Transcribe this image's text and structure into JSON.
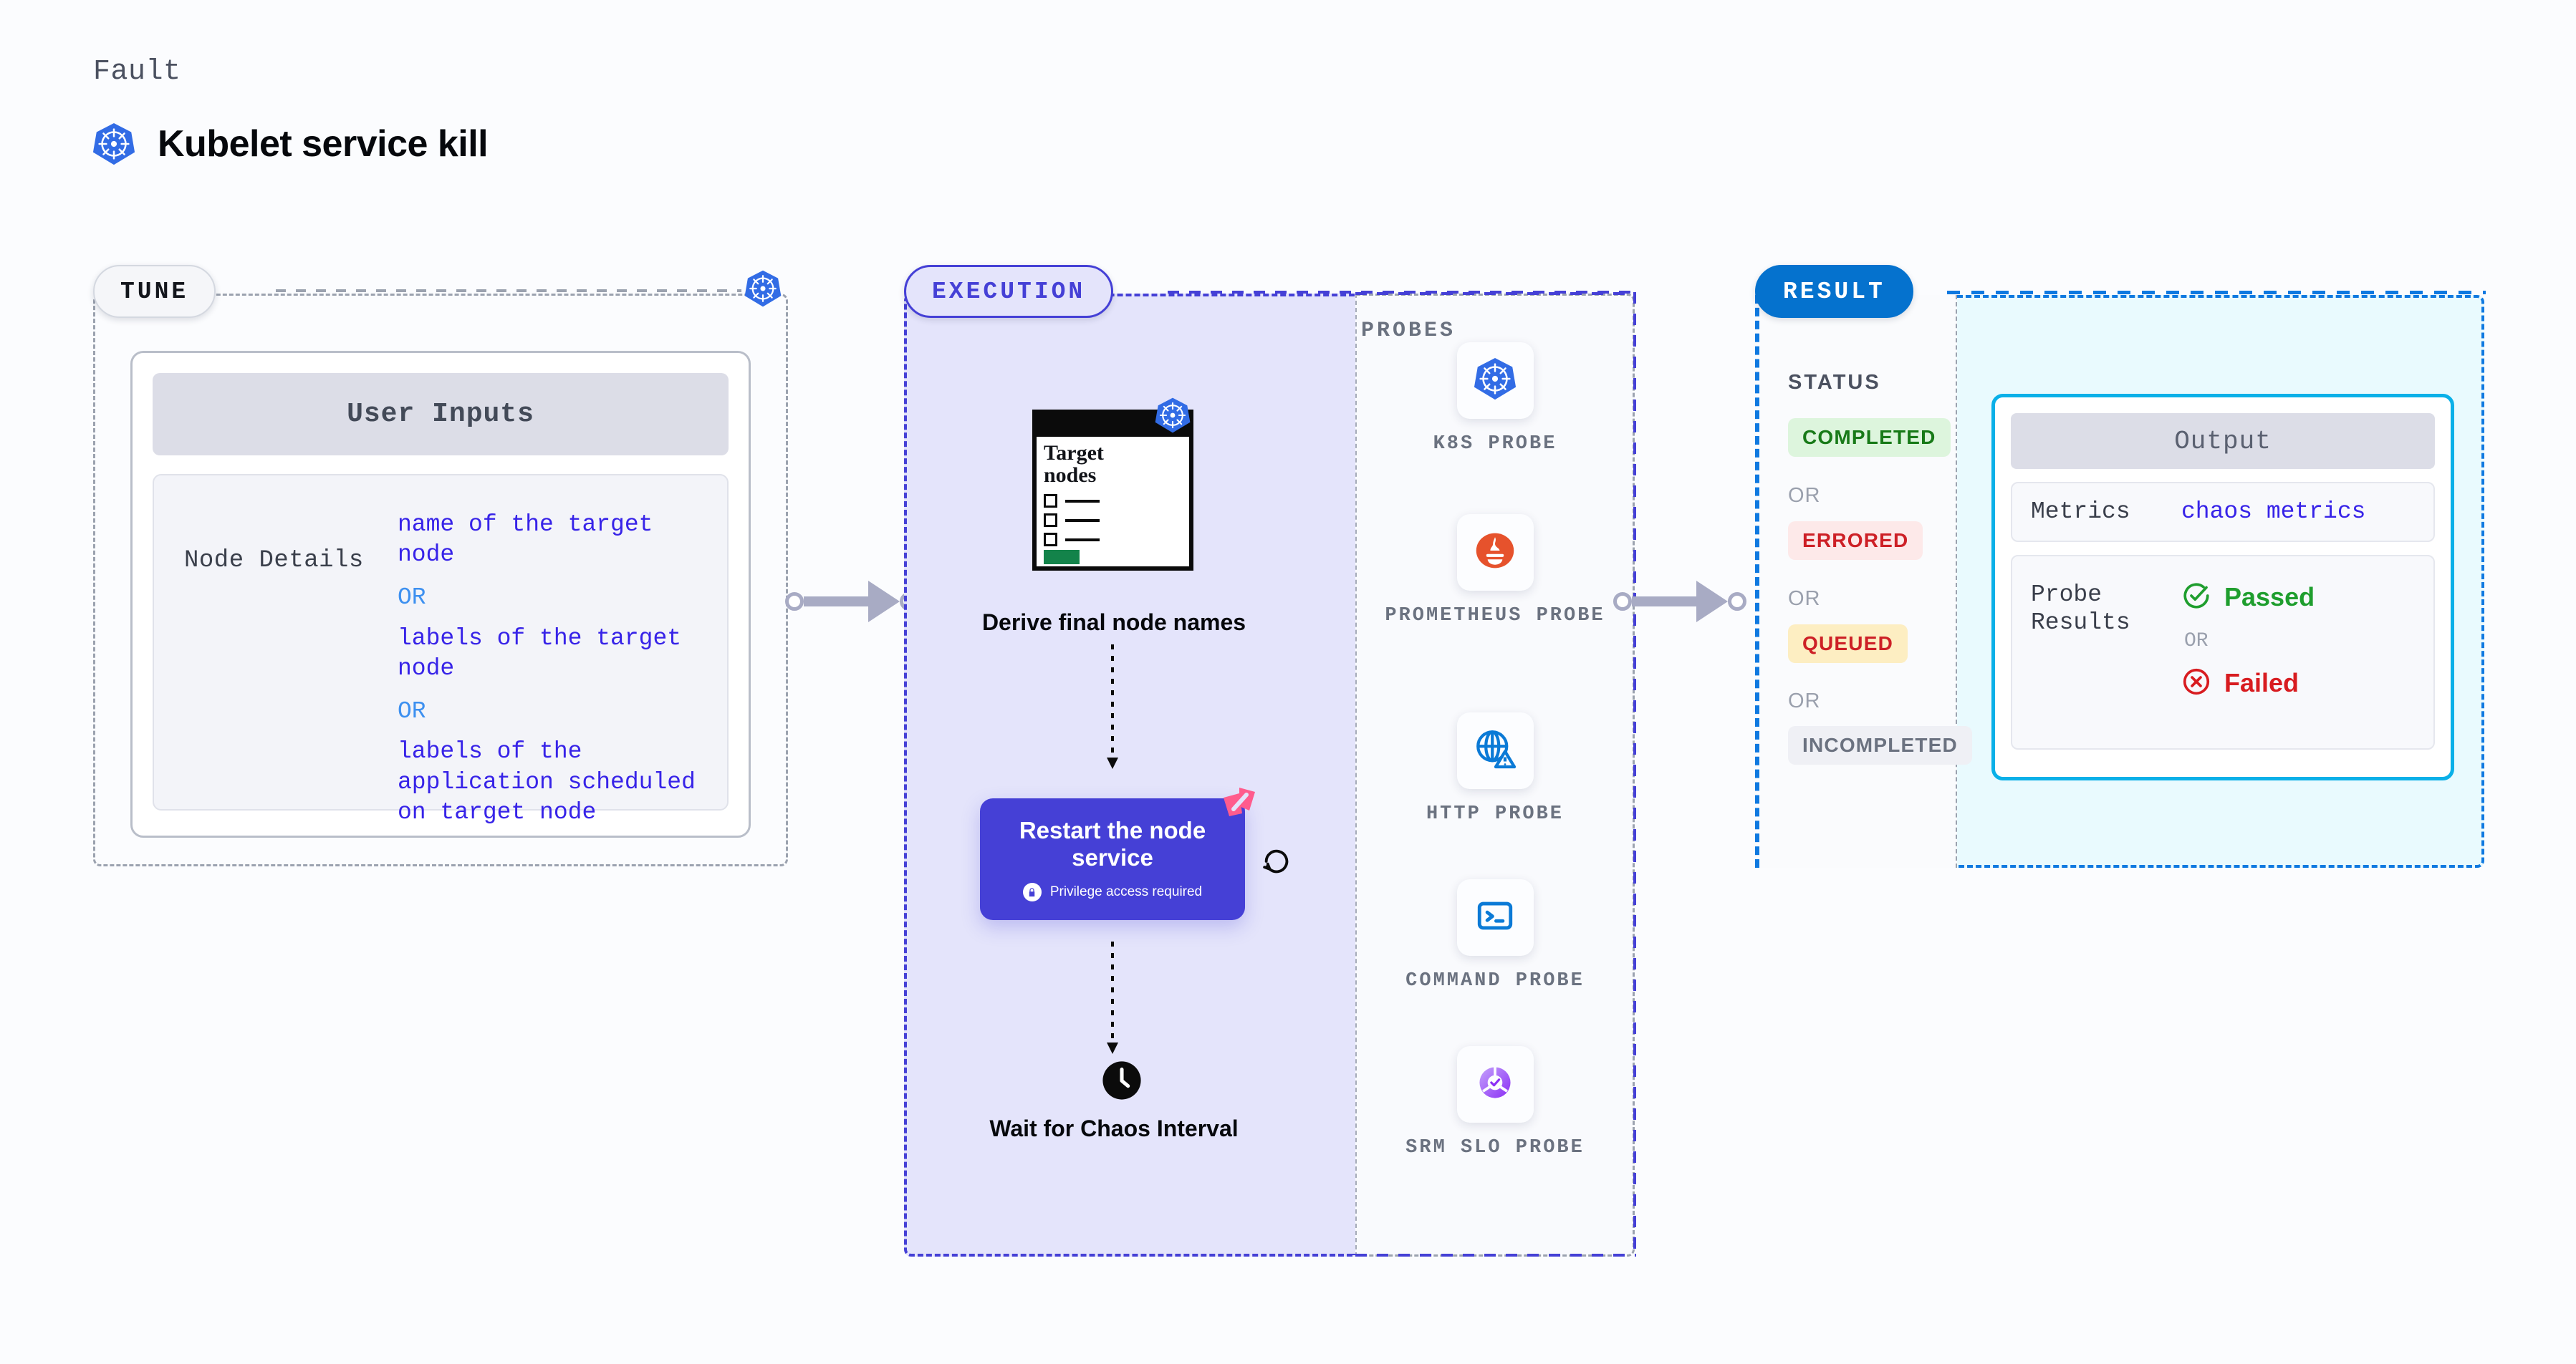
{
  "header": {
    "eyebrow": "Fault",
    "title": "Kubelet service kill",
    "icon": "kubernetes-icon"
  },
  "tune": {
    "pill_label": "TUNE",
    "badge_icon": "kubernetes-icon",
    "card": {
      "heading": "User Inputs",
      "rows": [
        {
          "key": "Node Details",
          "values": [
            "name of the target node",
            "labels of the target node",
            "labels of the application scheduled on target node"
          ],
          "separator": "OR"
        }
      ]
    }
  },
  "execution": {
    "pill_label": "EXECUTION",
    "steps": [
      {
        "type": "document-card",
        "doc_title": "Target nodes",
        "doc_icon": "kubernetes-icon",
        "caption": "Derive final node names"
      },
      {
        "type": "action-card",
        "title": "Restart the node service",
        "badge_text": "Privilege access required",
        "badge_icon": "lock-icon",
        "corner_icon": "harness-logo-icon",
        "side_icon": "loop-refresh-icon",
        "color": "#4540d6"
      },
      {
        "type": "wait-card",
        "icon": "clock-icon",
        "caption": "Wait for Chaos Interval"
      }
    ]
  },
  "probes": {
    "label": "PROBES",
    "items": [
      {
        "name": "K8S PROBE",
        "icon": "kubernetes-icon"
      },
      {
        "name": "PROMETHEUS PROBE",
        "icon": "prometheus-icon"
      },
      {
        "name": "HTTP PROBE",
        "icon": "globe-warning-icon"
      },
      {
        "name": "COMMAND PROBE",
        "icon": "terminal-icon"
      },
      {
        "name": "SRM SLO PROBE",
        "icon": "slo-donut-icon"
      }
    ]
  },
  "result": {
    "pill_label": "RESULT",
    "status_label": "STATUS",
    "separator": "OR",
    "statuses": [
      {
        "label": "COMPLETED",
        "bg": "#ddf5dd",
        "fg": "#187a18"
      },
      {
        "label": "ERRORED",
        "bg": "#fde9e9",
        "fg": "#cd2026"
      },
      {
        "label": "QUEUED",
        "bg": "#fdeec2",
        "fg": "#cd2026"
      },
      {
        "label": "INCOMPLETED",
        "bg": "#eff0f5",
        "fg": "#6b7280"
      }
    ],
    "output": {
      "heading": "Output",
      "metrics_key": "Metrics",
      "metrics_value": "chaos metrics",
      "probe_key": "Probe Results",
      "probe_pass": "Passed",
      "probe_fail": "Failed",
      "probe_separator": "OR",
      "pass_icon": "check-circle-icon",
      "fail_icon": "x-circle-icon",
      "border_color": "#0ab0e8"
    }
  }
}
